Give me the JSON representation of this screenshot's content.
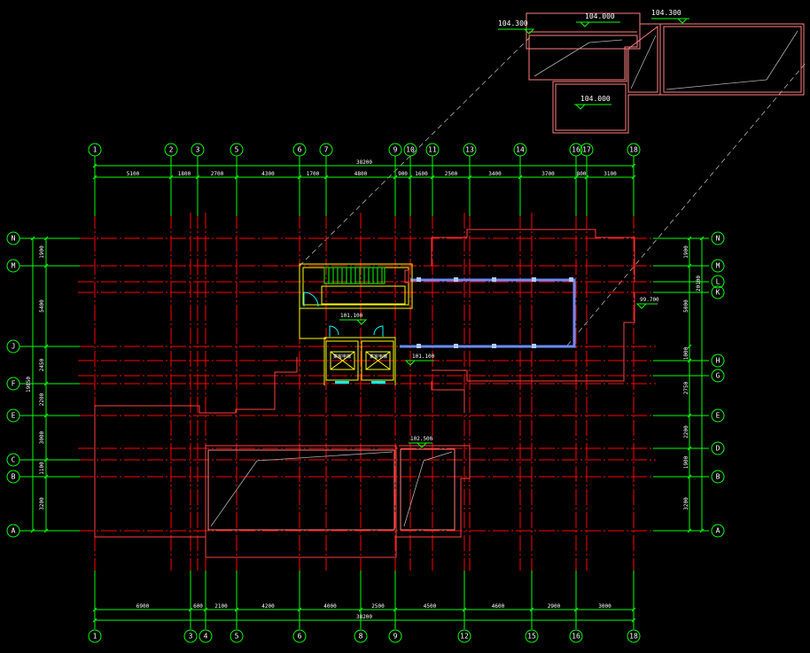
{
  "colors": {
    "background": "#000000",
    "grid_axis": "#ff0000",
    "dimension": "#00ff00",
    "wall_outline": "#ff4040",
    "roof_outline": "#ff8080",
    "core_outline": "#ffff00",
    "door": "#00ffff",
    "corridor": "#6a8cff",
    "leader": "#b0b0b0",
    "text": "#ffffff"
  },
  "grid_top": [
    "1",
    "2",
    "3",
    "5",
    "6",
    "7",
    "9",
    "10",
    "11",
    "13",
    "14",
    "16",
    "17",
    "18"
  ],
  "grid_bottom": [
    "1",
    "3",
    "4",
    "5",
    "6",
    "8",
    "9",
    "12",
    "15",
    "16",
    "18"
  ],
  "grid_left": [
    "N",
    "M",
    "J",
    "F",
    "E",
    "C",
    "B",
    "A"
  ],
  "grid_right": [
    "N",
    "M",
    "L",
    "K",
    "H",
    "G",
    "E",
    "D",
    "B",
    "A"
  ],
  "dims_top_total": "38200",
  "dims_top": [
    "5100",
    "1800",
    "2700",
    "4300",
    "1700",
    "4800",
    "900",
    "1600",
    "2500",
    "3400",
    "3700",
    "800",
    "3100"
  ],
  "dims_bottom_total": "38200",
  "dims_bottom": [
    "6900",
    "600",
    "2100",
    "4200",
    "4000",
    "2500",
    "4500",
    "4600",
    "2900",
    "3000"
  ],
  "dims_left_total": "19850",
  "dims_left": [
    "1900",
    "5400",
    "2450",
    "2200",
    "3000",
    "1100",
    "3200"
  ],
  "dims_right_total": "20100",
  "dims_right": [
    "1900",
    "5000",
    "1000",
    "2750",
    "2200",
    "1900",
    "3200"
  ],
  "elevations": [
    "104.300",
    "104.000",
    "104.300",
    "104.000",
    "101.100",
    "101.100",
    "102.500",
    "99.700"
  ],
  "room_labels": [
    "乘客电梯",
    "乘客电梯"
  ]
}
